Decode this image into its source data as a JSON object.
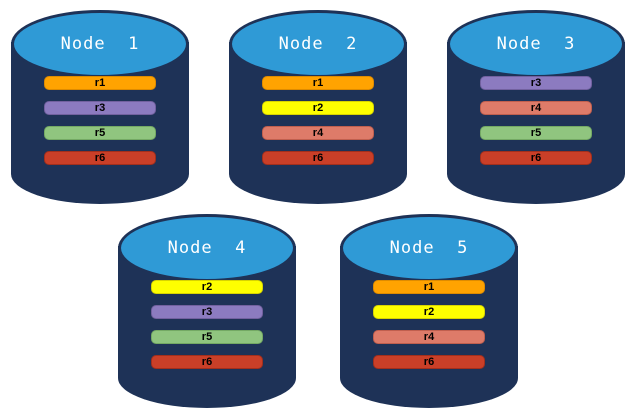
{
  "diagram_title": "",
  "nodes": [
    {
      "label": "Node  1",
      "replicas": [
        "r1",
        "r3",
        "r5",
        "r6"
      ]
    },
    {
      "label": "Node  2",
      "replicas": [
        "r1",
        "r2",
        "r4",
        "r6"
      ]
    },
    {
      "label": "Node  3",
      "replicas": [
        "r3",
        "r4",
        "r5",
        "r6"
      ]
    },
    {
      "label": "Node  4",
      "replicas": [
        "r2",
        "r3",
        "r5",
        "r6"
      ]
    },
    {
      "label": "Node  5",
      "replicas": [
        "r1",
        "r2",
        "r4",
        "r6"
      ]
    }
  ],
  "rows": [
    [
      0,
      1,
      2
    ],
    [
      3,
      4
    ]
  ],
  "replica_colors": {
    "r1": {
      "fill": "#FFA301",
      "border": "#DE8B00"
    },
    "r2": {
      "fill": "#FEFF00",
      "border": "#D8D400"
    },
    "r3": {
      "fill": "#8C7BC0",
      "border": "#72619F"
    },
    "r4": {
      "fill": "#DE7B69",
      "border": "#C05F4E"
    },
    "r5": {
      "fill": "#90C57F",
      "border": "#74A964"
    },
    "r6": {
      "fill": "#CA3F28",
      "border": "#A32F1C"
    }
  },
  "colors": {
    "background": "#FFFFFF",
    "cylinder_body": "#1E3257",
    "cylinder_top_fill": "#2F9AD6",
    "cylinder_top_border": "#1E3257",
    "node_label_text": "#FFFFFF",
    "bar_label_text": "#000000"
  }
}
